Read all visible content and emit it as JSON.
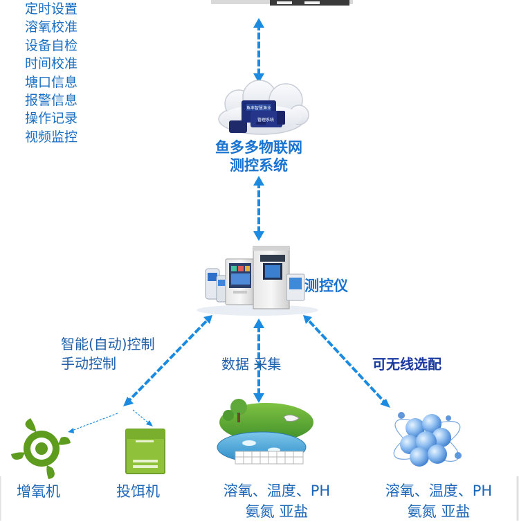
{
  "menu": {
    "items": [
      "定时设置",
      "溶氧校准",
      "设备自检",
      "时间校准",
      "塘口信息",
      "报警信息",
      "操作记录",
      "视频监控"
    ]
  },
  "platform": {
    "line1": "鱼多多物联网",
    "line2": "测控系统",
    "screen_text_1": "鱼丰智慧渔业",
    "screen_text_2": "管理系统"
  },
  "controller": {
    "label": "测控仪"
  },
  "links": {
    "control_line1": "智能(自动)控制",
    "control_line2": "手动控制",
    "data_collect": "数据 采集",
    "wireless": "可无线选配"
  },
  "devices": {
    "aerator": "增氧机",
    "feeder": "投饵机",
    "pond_line1": "溶氧、温度、PH",
    "pond_line2": "氨氮 亚盐",
    "sensor_line1": "溶氧、温度、PH",
    "sensor_line2": "氨氮 亚盐"
  },
  "colors": {
    "arrow": "#1a8be0",
    "text_blue": "#1a73d1",
    "aerator_green": "#5d9c1e"
  }
}
